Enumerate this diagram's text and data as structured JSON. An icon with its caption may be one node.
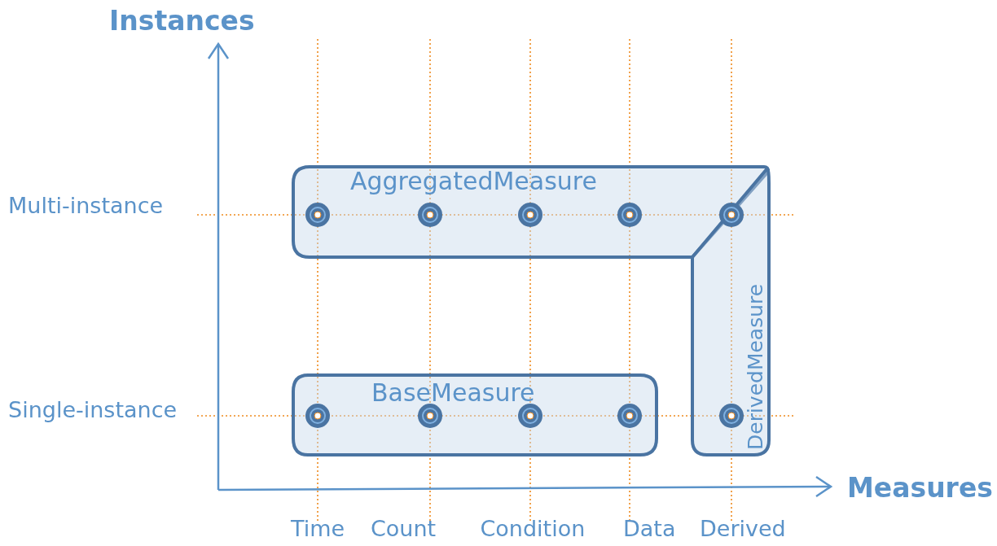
{
  "diagram": {
    "nodes": [
      {
        "text": [
          "AggregatedMeasure"
        ]
      },
      {
        "text": [
          "BaseMeasure"
        ]
      },
      {
        "text": [
          "DerivedMeasure"
        ]
      }
    ],
    "labels": [
      "Instances",
      "Multi-instance",
      "Single-instance",
      "Measures",
      "Time",
      "Count",
      "Condition",
      "Data",
      "Derived"
    ]
  }
}
